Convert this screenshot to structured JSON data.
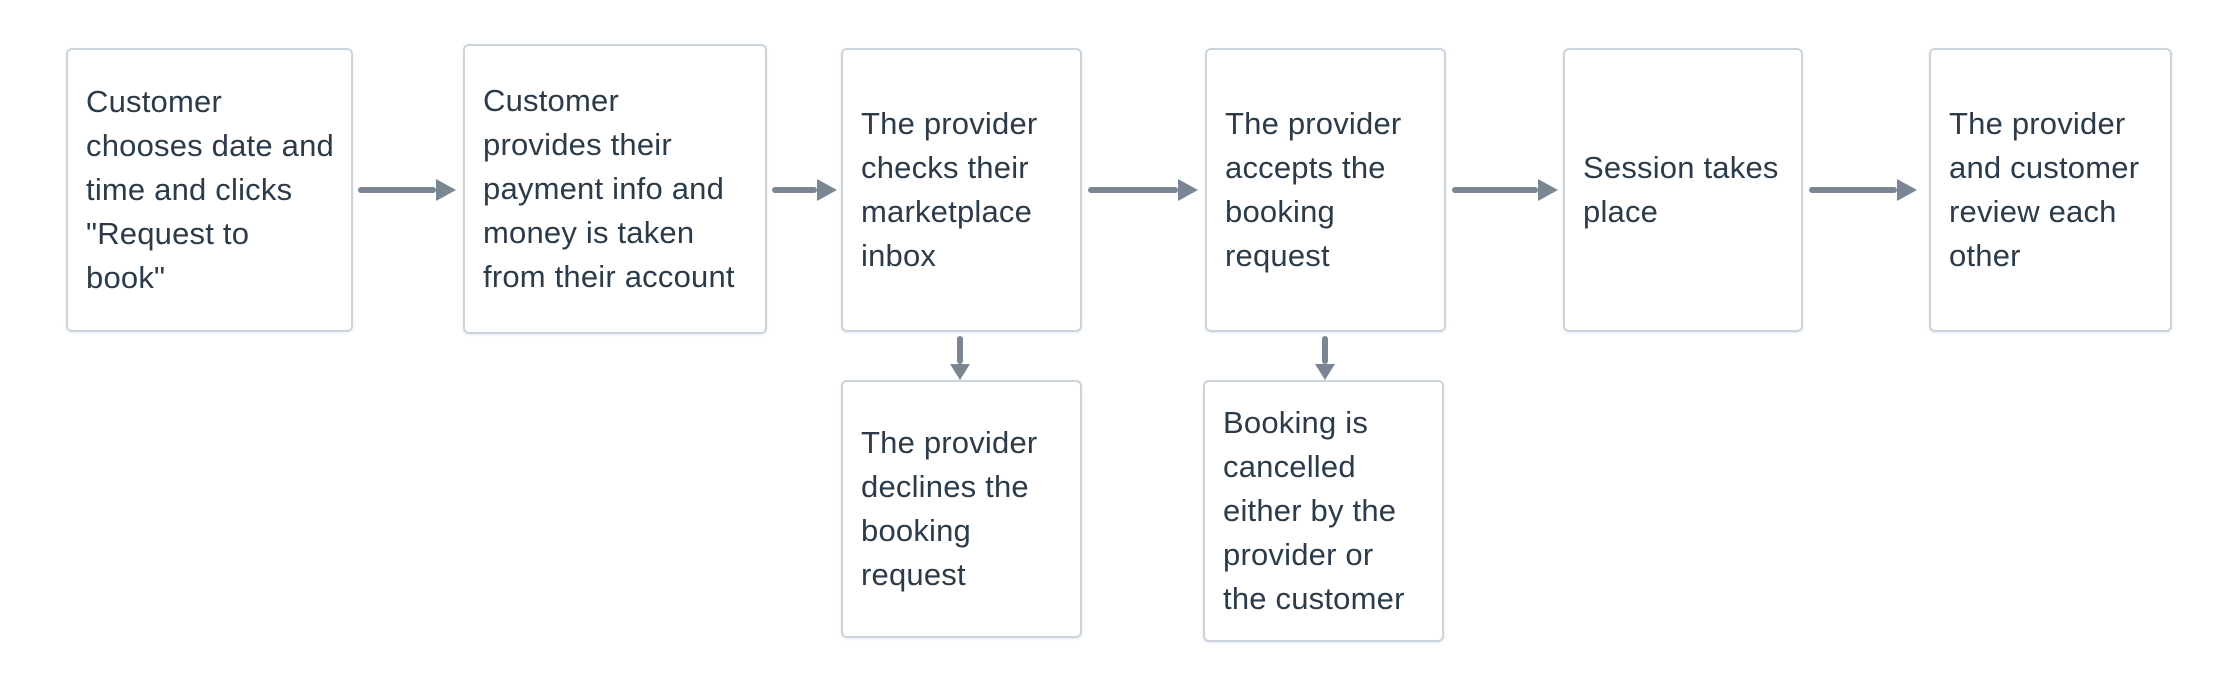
{
  "theme": {
    "canvas-bg": "#ffffff",
    "box-bg": "#ffffff",
    "box-border": "#cbd4de",
    "text-color": "#2c3b49",
    "arrow-color": "#7a8693"
  },
  "flow": {
    "type": "flowchart",
    "steps": [
      {
        "id": "step-1",
        "label": "Customer\nchooses date and\ntime and clicks\n\"Request to\nbook\""
      },
      {
        "id": "step-2",
        "label": "Customer\nprovides their\npayment info and\nmoney is taken\nfrom their account"
      },
      {
        "id": "step-3",
        "label": "The provider\nchecks their\nmarketplace\ninbox"
      },
      {
        "id": "step-4",
        "label": "The provider\naccepts the\nbooking\nrequest"
      },
      {
        "id": "step-5",
        "label": "Session takes\nplace"
      },
      {
        "id": "step-6",
        "label": "The provider\nand customer\nreview each\nother"
      }
    ],
    "branches": [
      {
        "id": "branch-decline",
        "from": "step-3",
        "label": "The provider\ndeclines the\nbooking\nrequest"
      },
      {
        "id": "branch-cancel",
        "from": "step-4",
        "label": "Booking is\ncancelled\neither by the\nprovider or\nthe customer"
      }
    ],
    "connectors": [
      {
        "from": "step-1",
        "to": "step-2",
        "direction": "right"
      },
      {
        "from": "step-2",
        "to": "step-3",
        "direction": "right"
      },
      {
        "from": "step-3",
        "to": "step-4",
        "direction": "right"
      },
      {
        "from": "step-4",
        "to": "step-5",
        "direction": "right"
      },
      {
        "from": "step-5",
        "to": "step-6",
        "direction": "right"
      },
      {
        "from": "step-3",
        "to": "branch-decline",
        "direction": "down"
      },
      {
        "from": "step-4",
        "to": "branch-cancel",
        "direction": "down"
      }
    ]
  }
}
